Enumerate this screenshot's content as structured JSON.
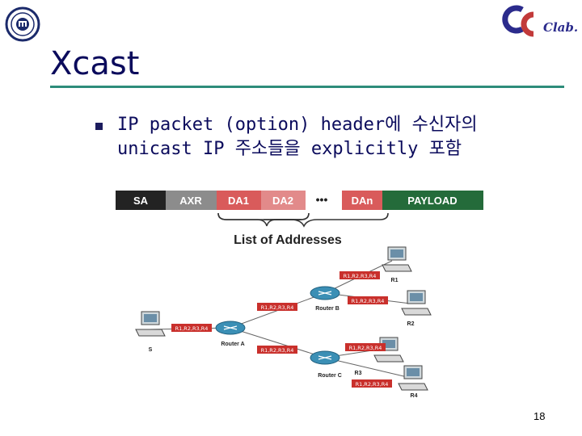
{
  "slide": {
    "title": "Xcast",
    "bullet_line1": "IP packet (option) header에 수신자의",
    "bullet_line2": "unicast IP 주소들을 explicitly 포함",
    "page_number": "18",
    "logo_right_text": "Clab."
  },
  "diagram": {
    "packet_fields": [
      "SA",
      "AXR",
      "DA1",
      "DA2",
      "•••",
      "DAn",
      "PAYLOAD"
    ],
    "brace_label": "List of Addresses",
    "nodes": {
      "sender": "S",
      "router_a": "Router A",
      "router_b": "Router B",
      "router_c": "Router C",
      "r1": "R1",
      "r2": "R2",
      "r3": "R3",
      "r4": "R4"
    },
    "address_tags": {
      "s_to_a": "R1,R2,R3,R4",
      "a_to_b": "R1,R2,R3,R4",
      "a_to_c": "R1,R2,R3,R4",
      "b_to_r1": "R1,R2,R3,R4",
      "b_to_r2": "R1,R2,R3,R4",
      "c_to_r3": "R1,R2,R3,R4",
      "c_to_r4": "R1,R2,R3,R4"
    },
    "colors": {
      "dark_field": "#232323",
      "gray_field": "#8c8c8c",
      "red_field": "#d95b5b",
      "pink_field": "#e28a8a",
      "payload_field": "#246b3a",
      "tag_fill": "#c9302c"
    }
  }
}
